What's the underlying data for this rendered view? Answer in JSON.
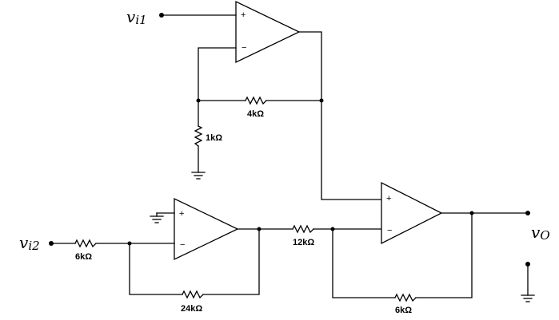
{
  "inputs": {
    "vi1": {
      "main": "v",
      "sub": "i1"
    },
    "vi2": {
      "main": "v",
      "sub": "i2"
    }
  },
  "output": {
    "main": "v",
    "sub": "O"
  },
  "resistors": {
    "r_4k": "4kΩ",
    "r_1k": "1kΩ",
    "r_6k_in": "6kΩ",
    "r_24k": "24kΩ",
    "r_12k": "12kΩ",
    "r_6k_fb": "6kΩ"
  },
  "opamp_pins": {
    "plus": "+",
    "minus": "−"
  },
  "colors": {
    "line": "#000000",
    "background": "#ffffff"
  }
}
